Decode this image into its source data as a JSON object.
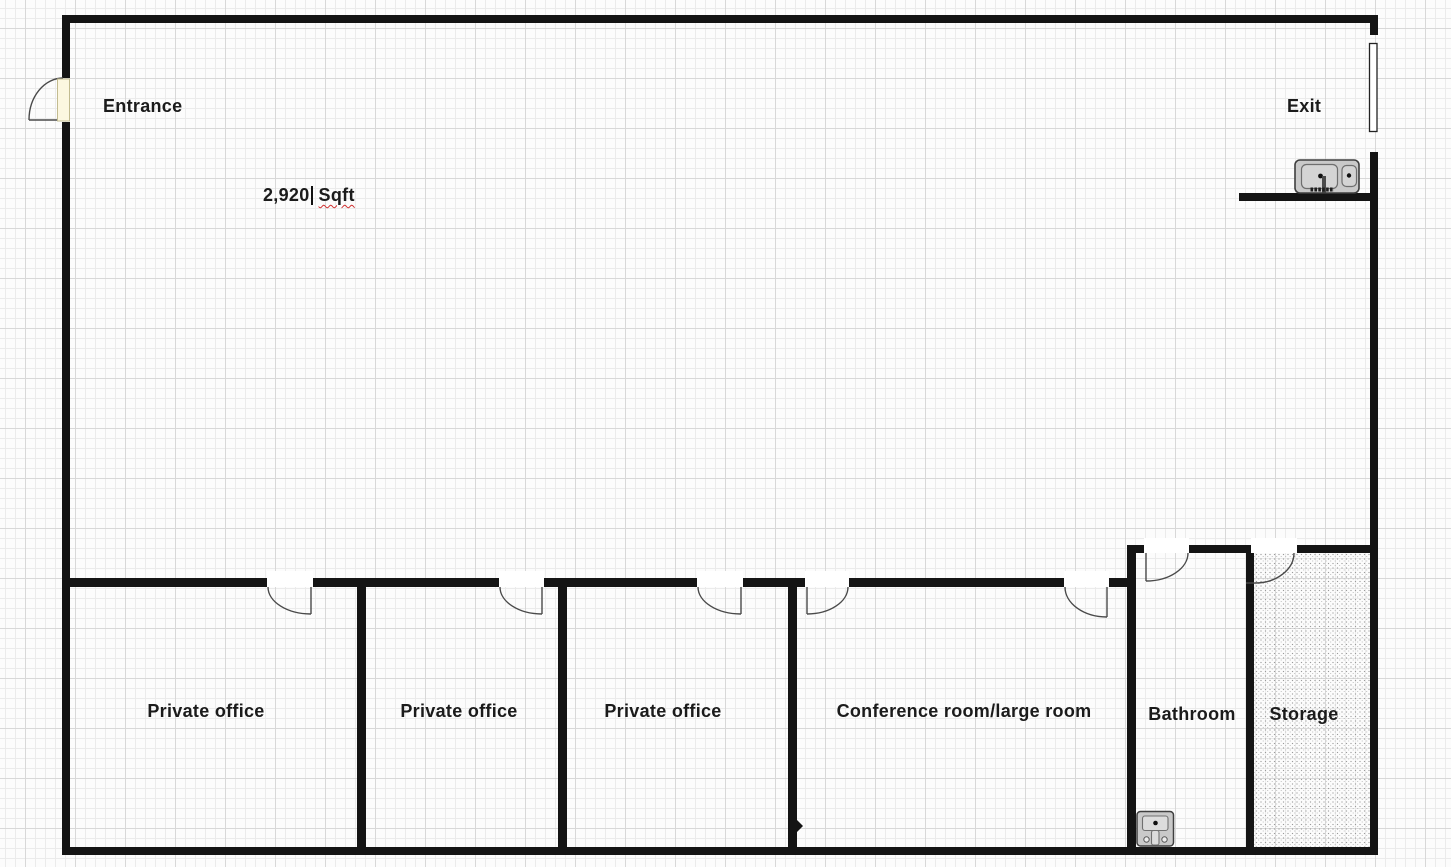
{
  "plan": {
    "entrance_label": "Entrance",
    "exit_label": "Exit",
    "area": {
      "value": "2,920",
      "unit": "Sqft"
    },
    "rooms": [
      {
        "id": "private-office-1",
        "label": "Private office"
      },
      {
        "id": "private-office-2",
        "label": "Private office"
      },
      {
        "id": "private-office-3",
        "label": "Private office"
      },
      {
        "id": "conference-room",
        "label": "Conference room/large room"
      },
      {
        "id": "bathroom",
        "label": "Bathroom"
      },
      {
        "id": "storage",
        "label": "Storage"
      }
    ],
    "fixtures": [
      {
        "id": "sink-icon"
      },
      {
        "id": "toilet-icon"
      },
      {
        "id": "entrance-door"
      },
      {
        "id": "exit-door"
      }
    ],
    "colors": {
      "wall": "#141414",
      "door_arc": "#4a4a4a",
      "entrance_door_fill": "#fcf7e0",
      "fixture_fill": "#c9c9c9",
      "spellcheck_underline": "#cf2e2e",
      "grid_minor": "#ebebeb",
      "grid_major": "#d8d8d8"
    }
  }
}
